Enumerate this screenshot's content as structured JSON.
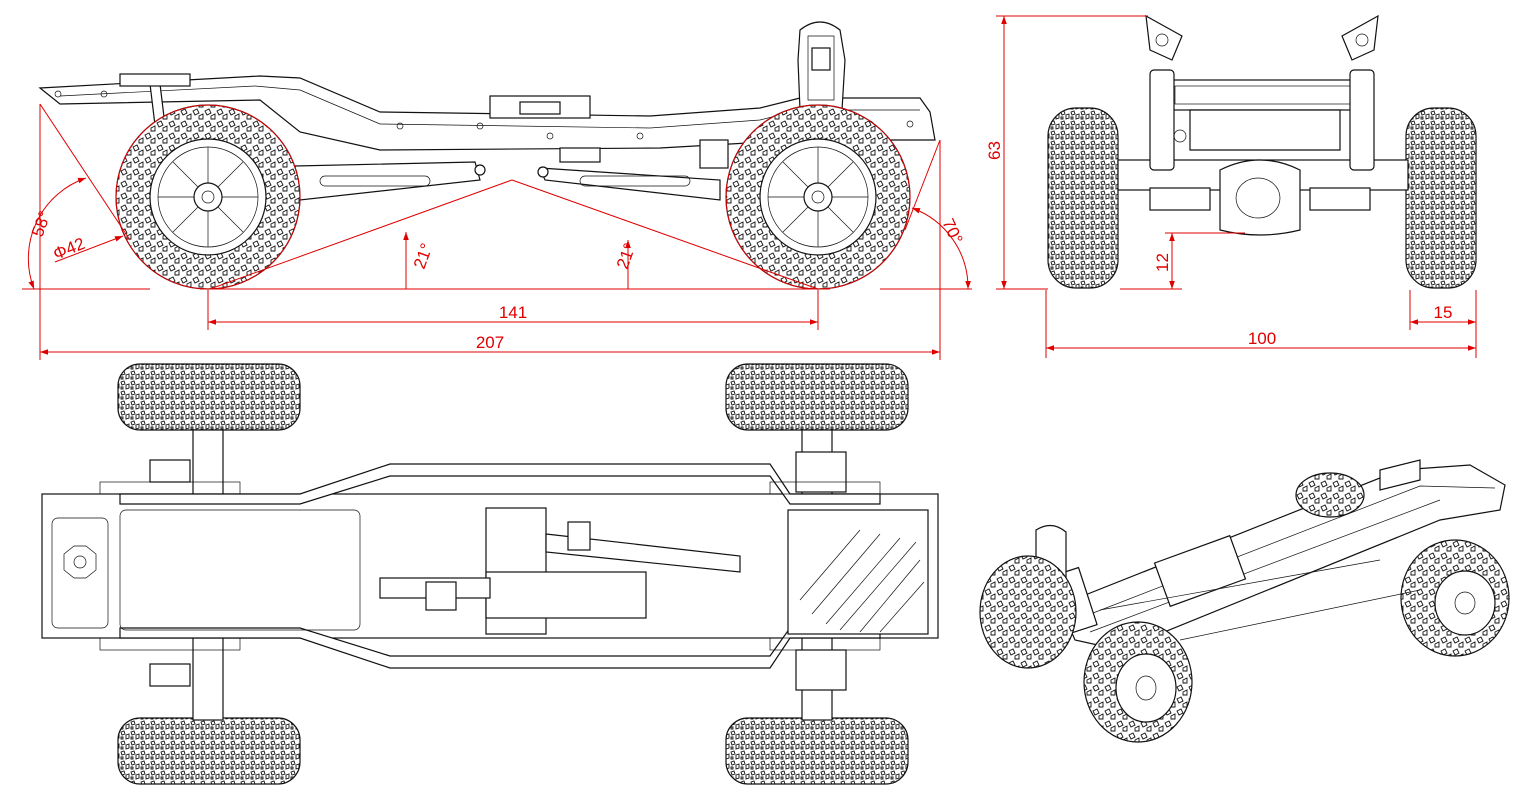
{
  "drawing": {
    "accent_color": "#e00000",
    "line_color": "#111111",
    "side_view": {
      "dims": {
        "wheelbase": "141",
        "overall_length": "207",
        "tire_diameter": "Φ42",
        "approach_angle": "58°",
        "departure_angle": "70°",
        "breakover_front": "21°",
        "breakover_rear": "21°"
      }
    },
    "front_view": {
      "dims": {
        "height": "63",
        "ground_clearance": "12",
        "track_width": "100",
        "tire_width": "15"
      }
    },
    "views": [
      "side-view",
      "front-view",
      "top-view",
      "isometric-view"
    ]
  }
}
